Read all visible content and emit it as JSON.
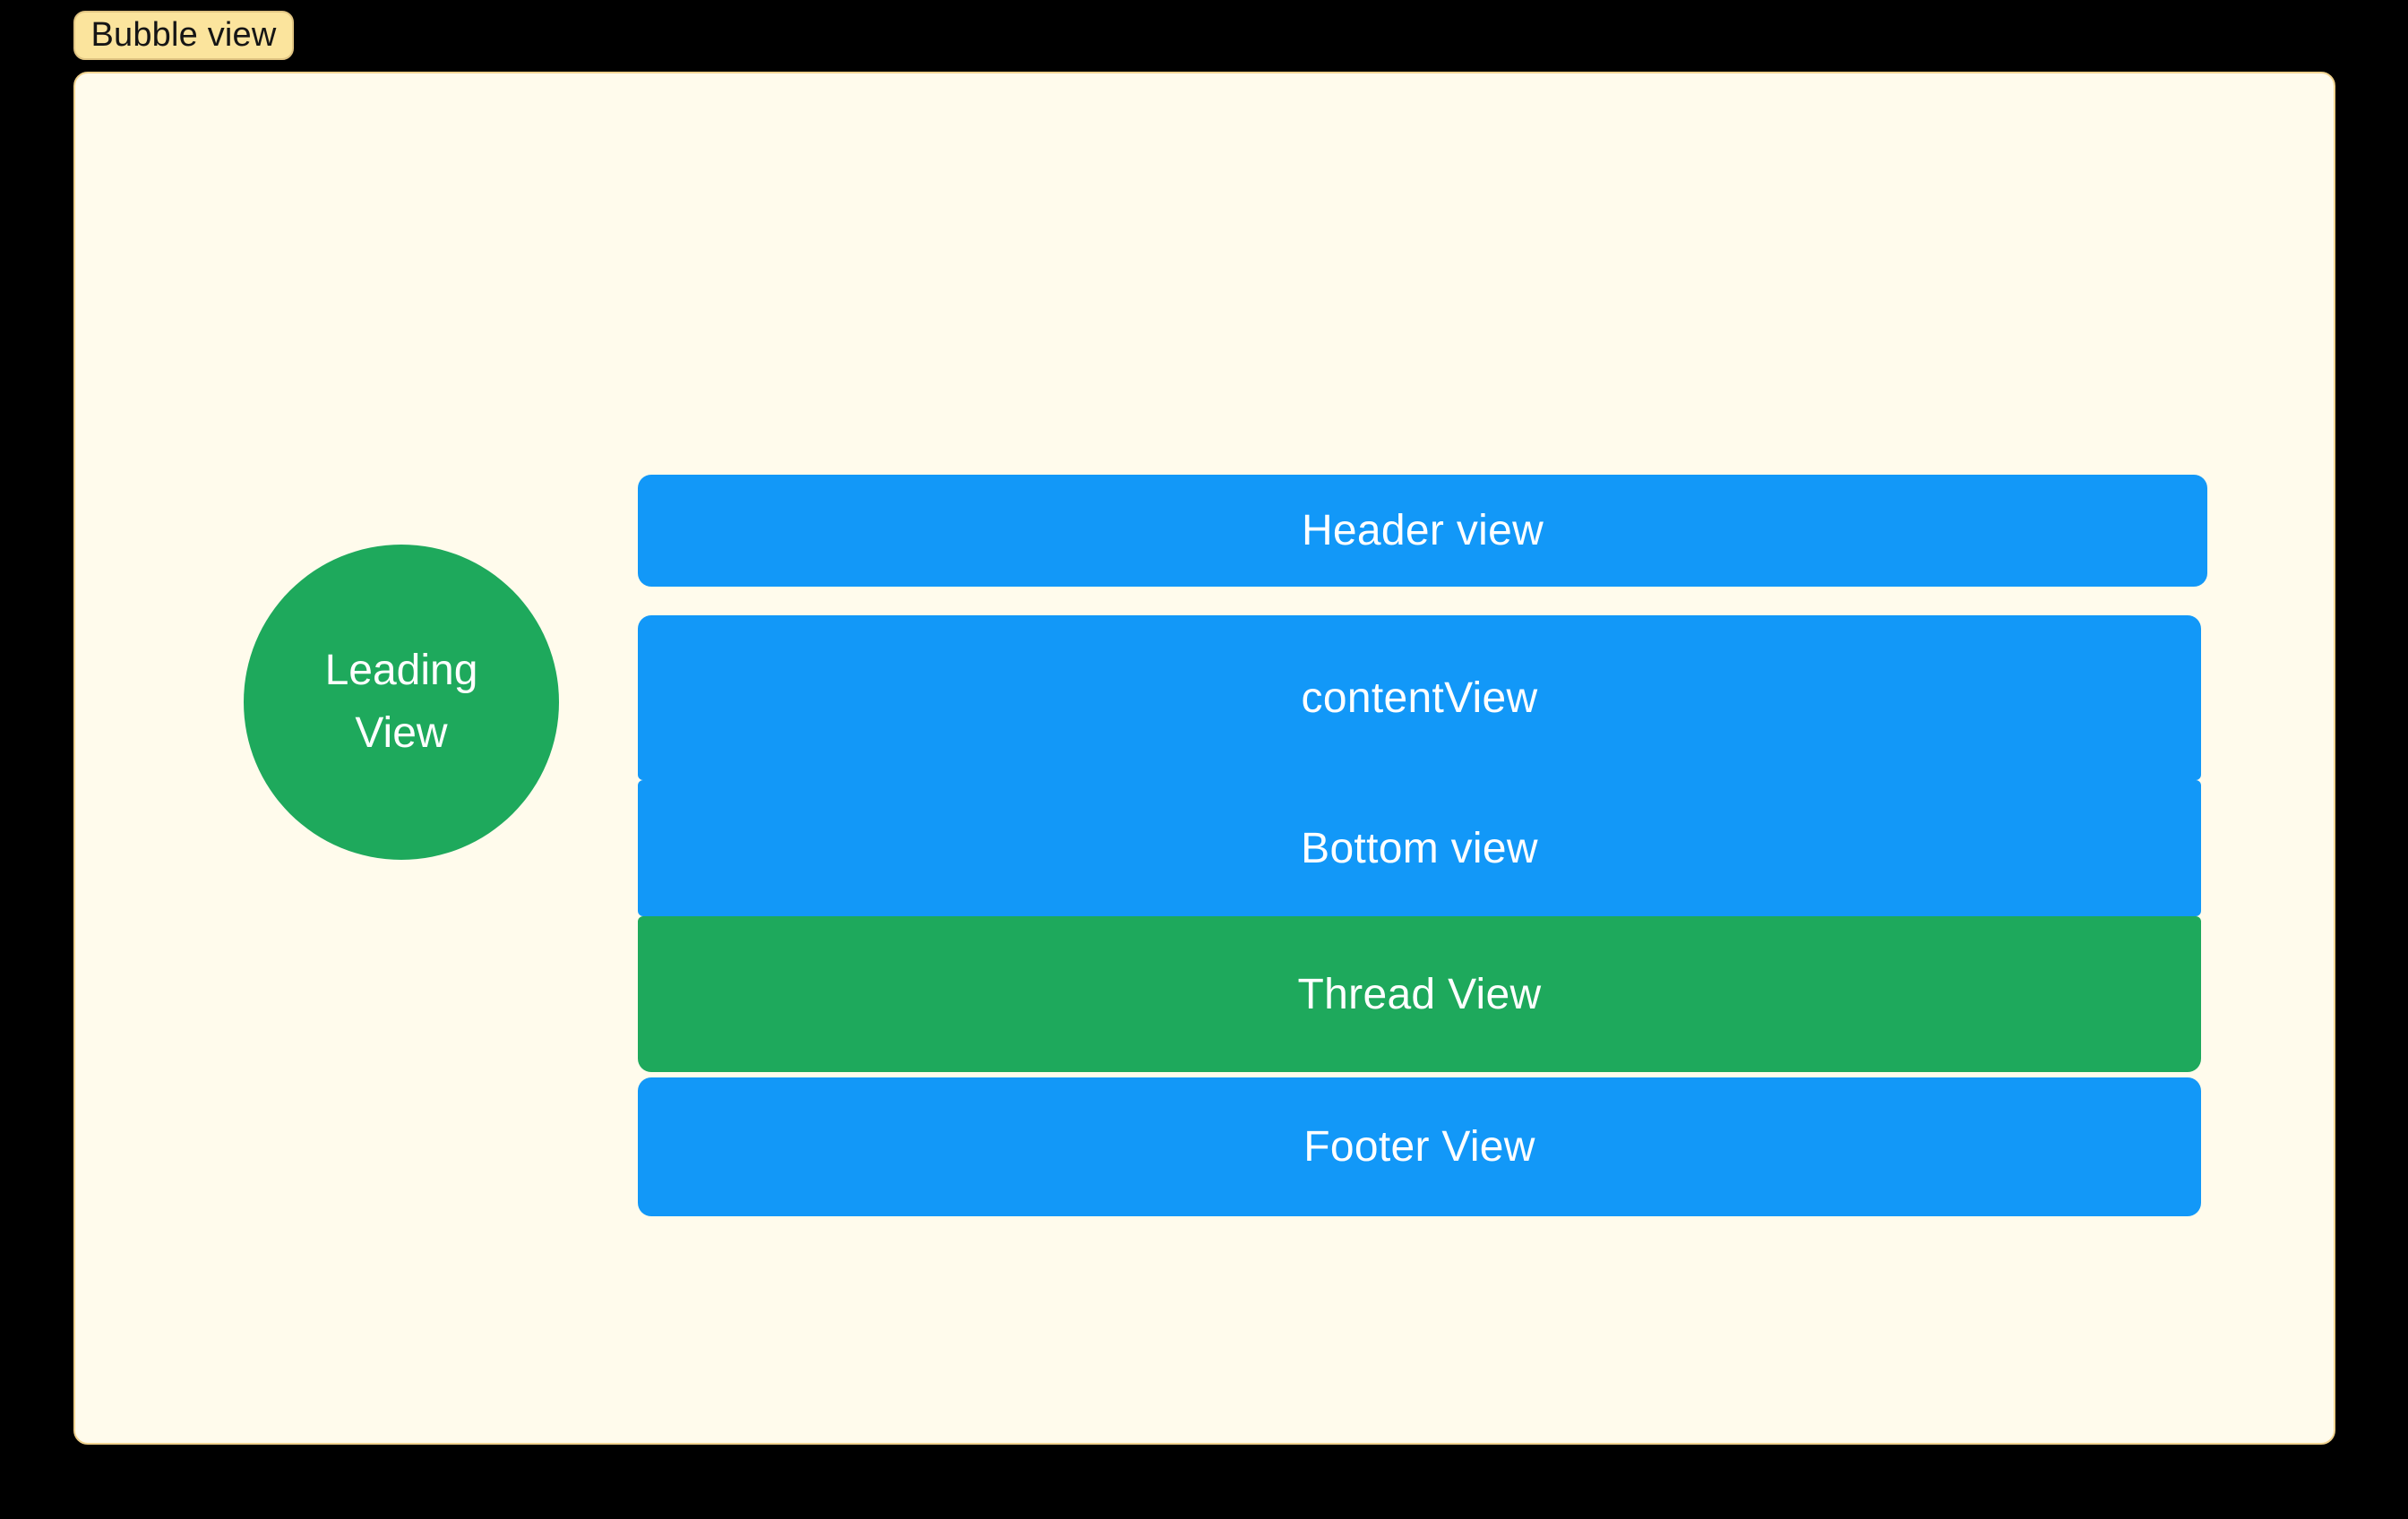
{
  "badge": {
    "label": "Bubble view",
    "fill": "#FBE49D",
    "border": "#E0C482",
    "text_color": "#151515"
  },
  "panel": {
    "fill": "#FFFBEC",
    "border": "#F0D28F"
  },
  "leading_view": {
    "line1": "Leading",
    "line2": "View",
    "fill": "#1EA95C",
    "shape": "circle"
  },
  "bars": [
    {
      "id": "header",
      "label": "Header view",
      "fill": "#1298F8"
    },
    {
      "id": "content",
      "label": "contentView",
      "fill": "#1298F8"
    },
    {
      "id": "bottom",
      "label": "Bottom view",
      "fill": "#1298F8"
    },
    {
      "id": "thread",
      "label": "Thread View",
      "fill": "#1EA95C"
    },
    {
      "id": "footer",
      "label": "Footer View",
      "fill": "#1298F8"
    }
  ],
  "colors": {
    "page_background": "#000000",
    "blue": "#1298F8",
    "green": "#1EA95C",
    "cream": "#FFFBEC",
    "bar_text": "#FFFFFF"
  }
}
